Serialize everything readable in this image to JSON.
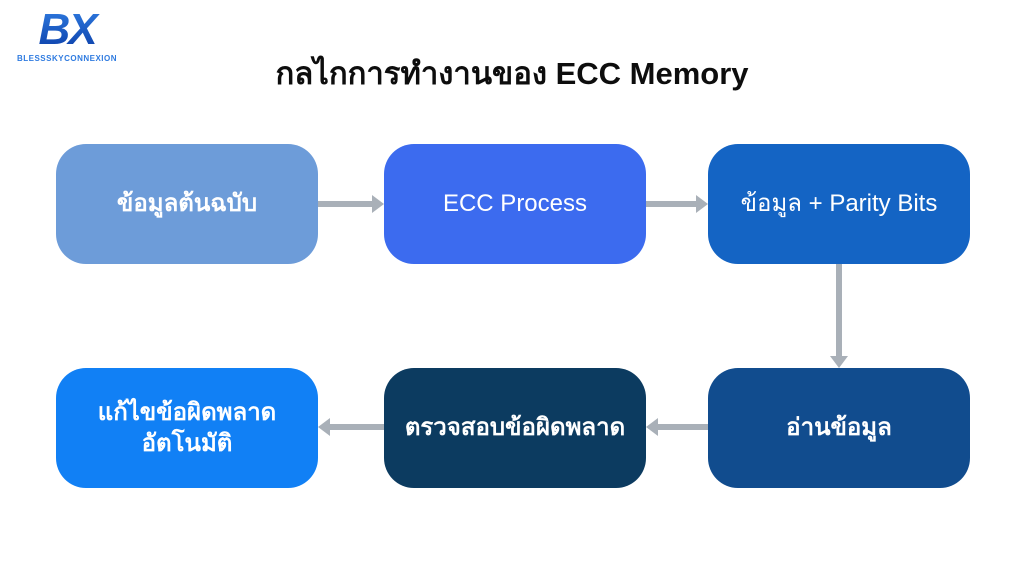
{
  "logo": {
    "text": "BX",
    "subtext": "BLESSSKYCONNEXION",
    "color": "#2F7BE0"
  },
  "title": "กลไกการทำงานของ ECC Memory",
  "diagram": {
    "arrow_color": "#A9B0B8",
    "nodes": [
      {
        "id": "source",
        "label": "ข้อมูลต้นฉบับ",
        "color": "#6D9CD9"
      },
      {
        "id": "ecc",
        "label": "ECC Process",
        "color": "#3C6BEF"
      },
      {
        "id": "parity",
        "label": "ข้อมูล + Parity Bits",
        "color": "#1464C4"
      },
      {
        "id": "read",
        "label": "อ่านข้อมูล",
        "color": "#114C8E"
      },
      {
        "id": "check",
        "label": "ตรวจสอบข้อผิดพลาด",
        "color": "#0C3B60"
      },
      {
        "id": "fix",
        "label": "แก้ไขข้อผิดพลาด อัตโนมัติ",
        "color": "#1180F5"
      }
    ],
    "flow": [
      "source -> ecc",
      "ecc -> parity",
      "parity -> read",
      "read -> check",
      "check -> fix"
    ]
  }
}
